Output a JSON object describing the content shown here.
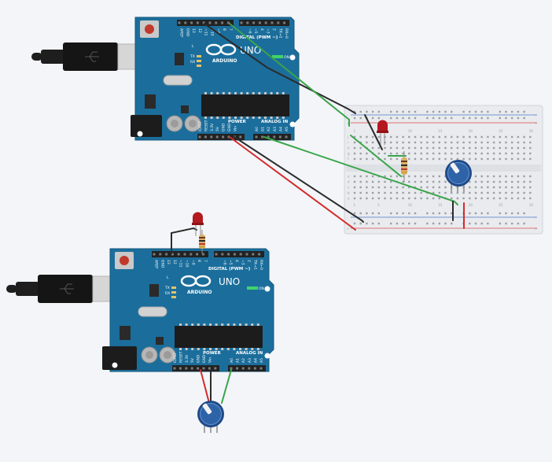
{
  "boards": [
    {
      "brand": "ARDUINO",
      "model": "UNO",
      "digital_label": "DIGITAL (PWM ~)",
      "power_label": "POWER",
      "analog_label": "ANALOG IN",
      "on_label": "ON",
      "l_label": "L",
      "tx_label": "TX",
      "rx_label": "RX",
      "digital_pins": [
        "AREF",
        "GND",
        "13",
        "12",
        "~11",
        "~10",
        "~9",
        "8",
        "7",
        "~6",
        "~5",
        "4",
        "~3",
        "2",
        "TX→1",
        "RX←0"
      ],
      "power_pins": [
        "IOREF",
        "RESET",
        "3.3V",
        "5V",
        "GND",
        "GND",
        "Vin"
      ],
      "analog_pins": [
        "A0",
        "A1",
        "A2",
        "A3",
        "A4",
        "A5"
      ]
    },
    {
      "brand": "ARDUINO",
      "model": "UNO",
      "digital_label": "DIGITAL (PWM ~)",
      "power_label": "POWER",
      "analog_label": "ANALOG IN",
      "on_label": "ON",
      "l_label": "L",
      "tx_label": "TX",
      "rx_label": "RX",
      "digital_pins": [
        "AREF",
        "GND",
        "13",
        "12",
        "~11",
        "~10",
        "~9",
        "8",
        "7",
        "~6",
        "~5",
        "4",
        "~3",
        "2",
        "TX→1",
        "RX←0"
      ],
      "power_pins": [
        "IOREF",
        "RESET",
        "3.3V",
        "5V",
        "GND",
        "GND",
        "Vin"
      ],
      "analog_pins": [
        "A0",
        "A1",
        "A2",
        "A3",
        "A4",
        "A5"
      ]
    }
  ],
  "breadboard": {
    "row_letters_top": [
      "j",
      "i",
      "h",
      "g",
      "f"
    ],
    "row_letters_bottom": [
      "e",
      "d",
      "c",
      "b",
      "a"
    ],
    "column_numbers": [
      "1",
      "5",
      "10",
      "15",
      "20",
      "25",
      "30"
    ],
    "rail_plus": "+",
    "rail_minus": "-"
  },
  "colors": {
    "board": "#1b6e9c",
    "wire_black": "#2b2b2b",
    "wire_red": "#d42a2a",
    "wire_green": "#3aa54a",
    "led_red": "#b3191f",
    "pot_knob": "#2f63a8"
  },
  "components": {
    "leds": [
      "red-led",
      "red-led"
    ],
    "resistors": [
      "resistor",
      "resistor"
    ],
    "potentiometers": [
      "potentiometer",
      "potentiometer"
    ],
    "usb_cables": [
      "usb-cable",
      "usb-cable"
    ]
  }
}
